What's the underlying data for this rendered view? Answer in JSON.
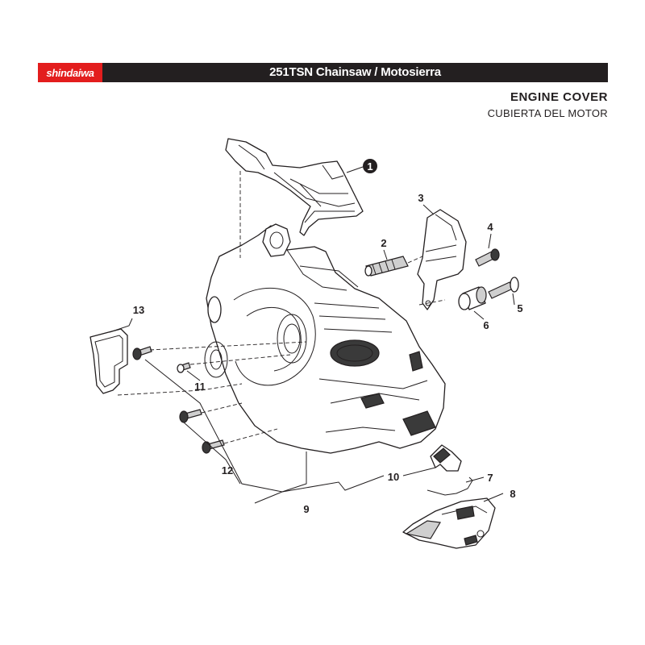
{
  "header": {
    "brand": "shindaiwa",
    "title": "251TSN Chainsaw / Motosierra"
  },
  "section": {
    "title": "ENGINE COVER",
    "subtitle": "CUBIERTA DEL MOTOR"
  },
  "callouts": [
    "1",
    "2",
    "3",
    "4",
    "5",
    "6",
    "7",
    "8",
    "9",
    "10",
    "11",
    "12",
    "13"
  ],
  "colors": {
    "brand_red": "#e31d1d",
    "bar_black": "#231f20"
  }
}
